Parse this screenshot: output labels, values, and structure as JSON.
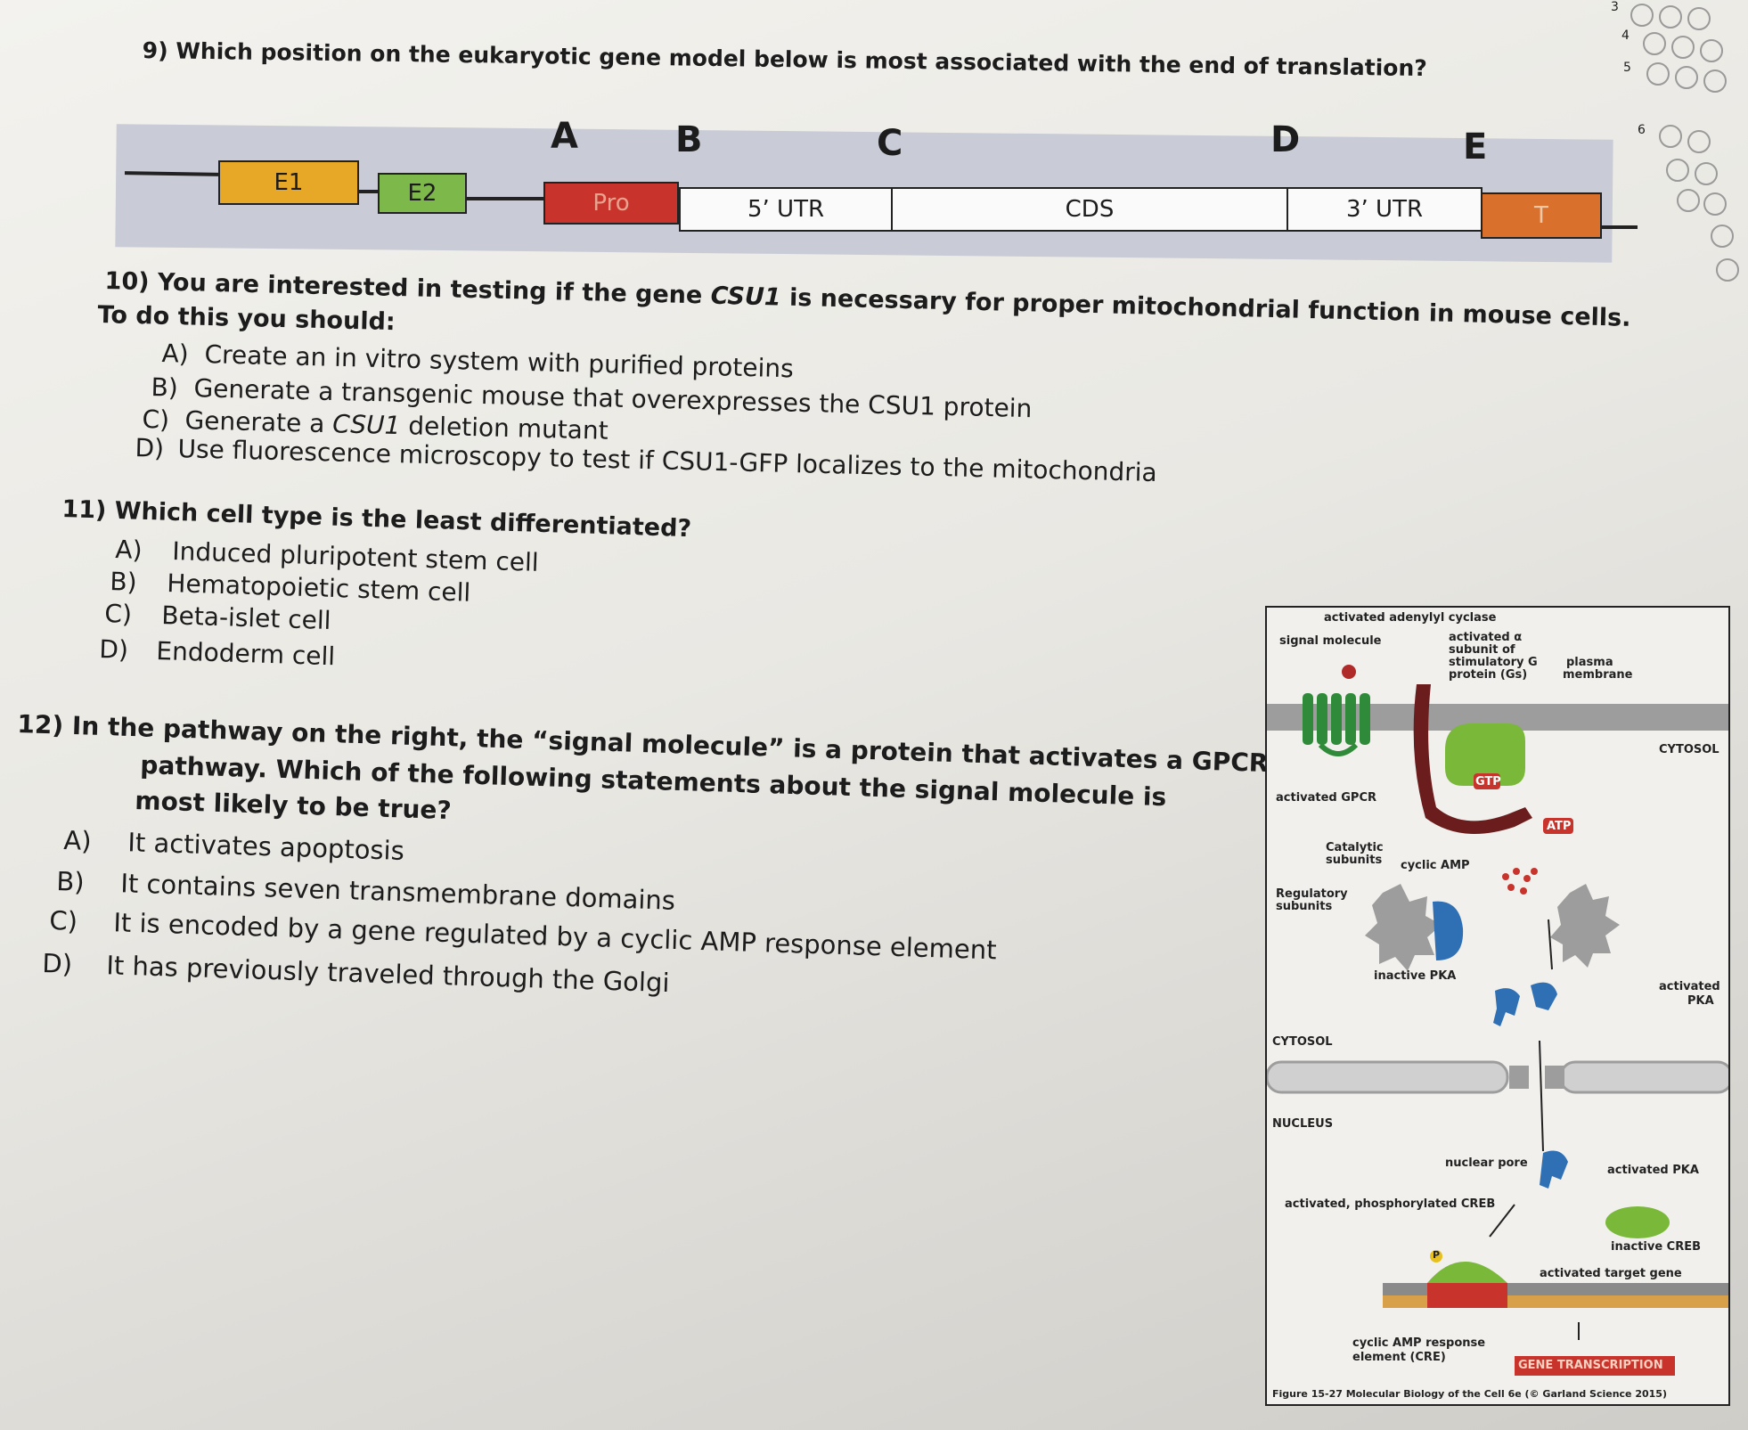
{
  "q9": {
    "text": "9) Which position on the eukaryotic gene model below is most associated with the end of translation?",
    "positions": [
      "A",
      "B",
      "C",
      "D",
      "E"
    ],
    "segments": {
      "e1": "E1",
      "e2": "E2",
      "pro": "Pro",
      "utr5": "5’ UTR",
      "cds": "CDS",
      "utr3": "3’ UTR",
      "t": "T"
    }
  },
  "q10": {
    "line1_pre": "10) You are interested in testing if the gene ",
    "line1_gene": "CSU1",
    "line1_post": " is necessary for proper mitochondrial function in mouse cells.",
    "line2": "To do this you should:",
    "options": [
      {
        "letter": "A)",
        "text": "Create an in vitro system with purified proteins"
      },
      {
        "letter": "B)",
        "text": "Generate a transgenic mouse that overexpresses the CSU1 protein"
      },
      {
        "letter": "C)",
        "pre": "Generate a ",
        "italic": "CSU1",
        "post": " deletion mutant"
      },
      {
        "letter": "D)",
        "text": "Use fluorescence microscopy to test if CSU1-GFP localizes to the mitochondria"
      }
    ]
  },
  "q11": {
    "text": "11) Which cell type is the least differentiated?",
    "options": [
      {
        "letter": "A)",
        "text": "Induced pluripotent stem cell"
      },
      {
        "letter": "B)",
        "text": "Hematopoietic stem cell"
      },
      {
        "letter": "C)",
        "text": "Beta-islet cell"
      },
      {
        "letter": "D)",
        "text": "Endoderm cell"
      }
    ]
  },
  "q12": {
    "line1": "12) In the pathway on the right, the “signal molecule” is a protein that activates a GPCR",
    "line2": "pathway. Which of the following statements about the signal molecule is",
    "line3": "most likely to be true?",
    "options": [
      {
        "letter": "A)",
        "text": "It activates apoptosis"
      },
      {
        "letter": "B)",
        "text": "It contains seven transmembrane domains"
      },
      {
        "letter": "C)",
        "text": "It is encoded by a gene regulated by a cyclic AMP response element"
      },
      {
        "letter": "D)",
        "text": "It has previously traveled through the Golgi"
      }
    ]
  },
  "figure": {
    "labels": {
      "adenylyl": "activated adenylyl cyclase",
      "signal": "signal molecule",
      "alpha1": "activated α",
      "alpha2": "subunit of",
      "alpha3": "stimulatory G",
      "alpha4": "protein (Gs)",
      "plasma1": "plasma",
      "plasma2": "membrane",
      "cytosol_top": "CYTOSOL",
      "gpcr": "activated GPCR",
      "gtp": "GTP",
      "atp": "ATP",
      "catalytic1": "Catalytic",
      "catalytic2": "subunits",
      "camp": "cyclic AMP",
      "regulatory1": "Regulatory",
      "regulatory2": "subunits",
      "inactive_pka": "inactive PKA",
      "activated_pka1": "activated",
      "activated_pka2": "PKA",
      "cytosol": "CYTOSOL",
      "nucleus": "NUCLEUS",
      "nuclear_pore": "nuclear pore",
      "activated_pka_nuc": "activated PKA",
      "creb_active": "activated, phosphorylated CREB",
      "creb_inactive": "inactive CREB",
      "p": "P",
      "target_gene": "activated target gene",
      "cre1": "cyclic AMP response",
      "cre2": "element (CRE)",
      "transcription": "GENE TRANSCRIPTION",
      "caption": "Figure 15-27 Molecular Biology of the Cell 6e (© Garland Science 2015)"
    }
  },
  "margin_numbers": [
    "3",
    "4",
    "5",
    "6"
  ],
  "colors": {
    "e1": "#e7a828",
    "e2": "#7db84a",
    "pro": "#c8332b",
    "t": "#d9702c",
    "membrane": "#9d9d9d",
    "green": "#7ab83a",
    "darkred": "#6b1d1d",
    "blue": "#2f6fb3"
  }
}
